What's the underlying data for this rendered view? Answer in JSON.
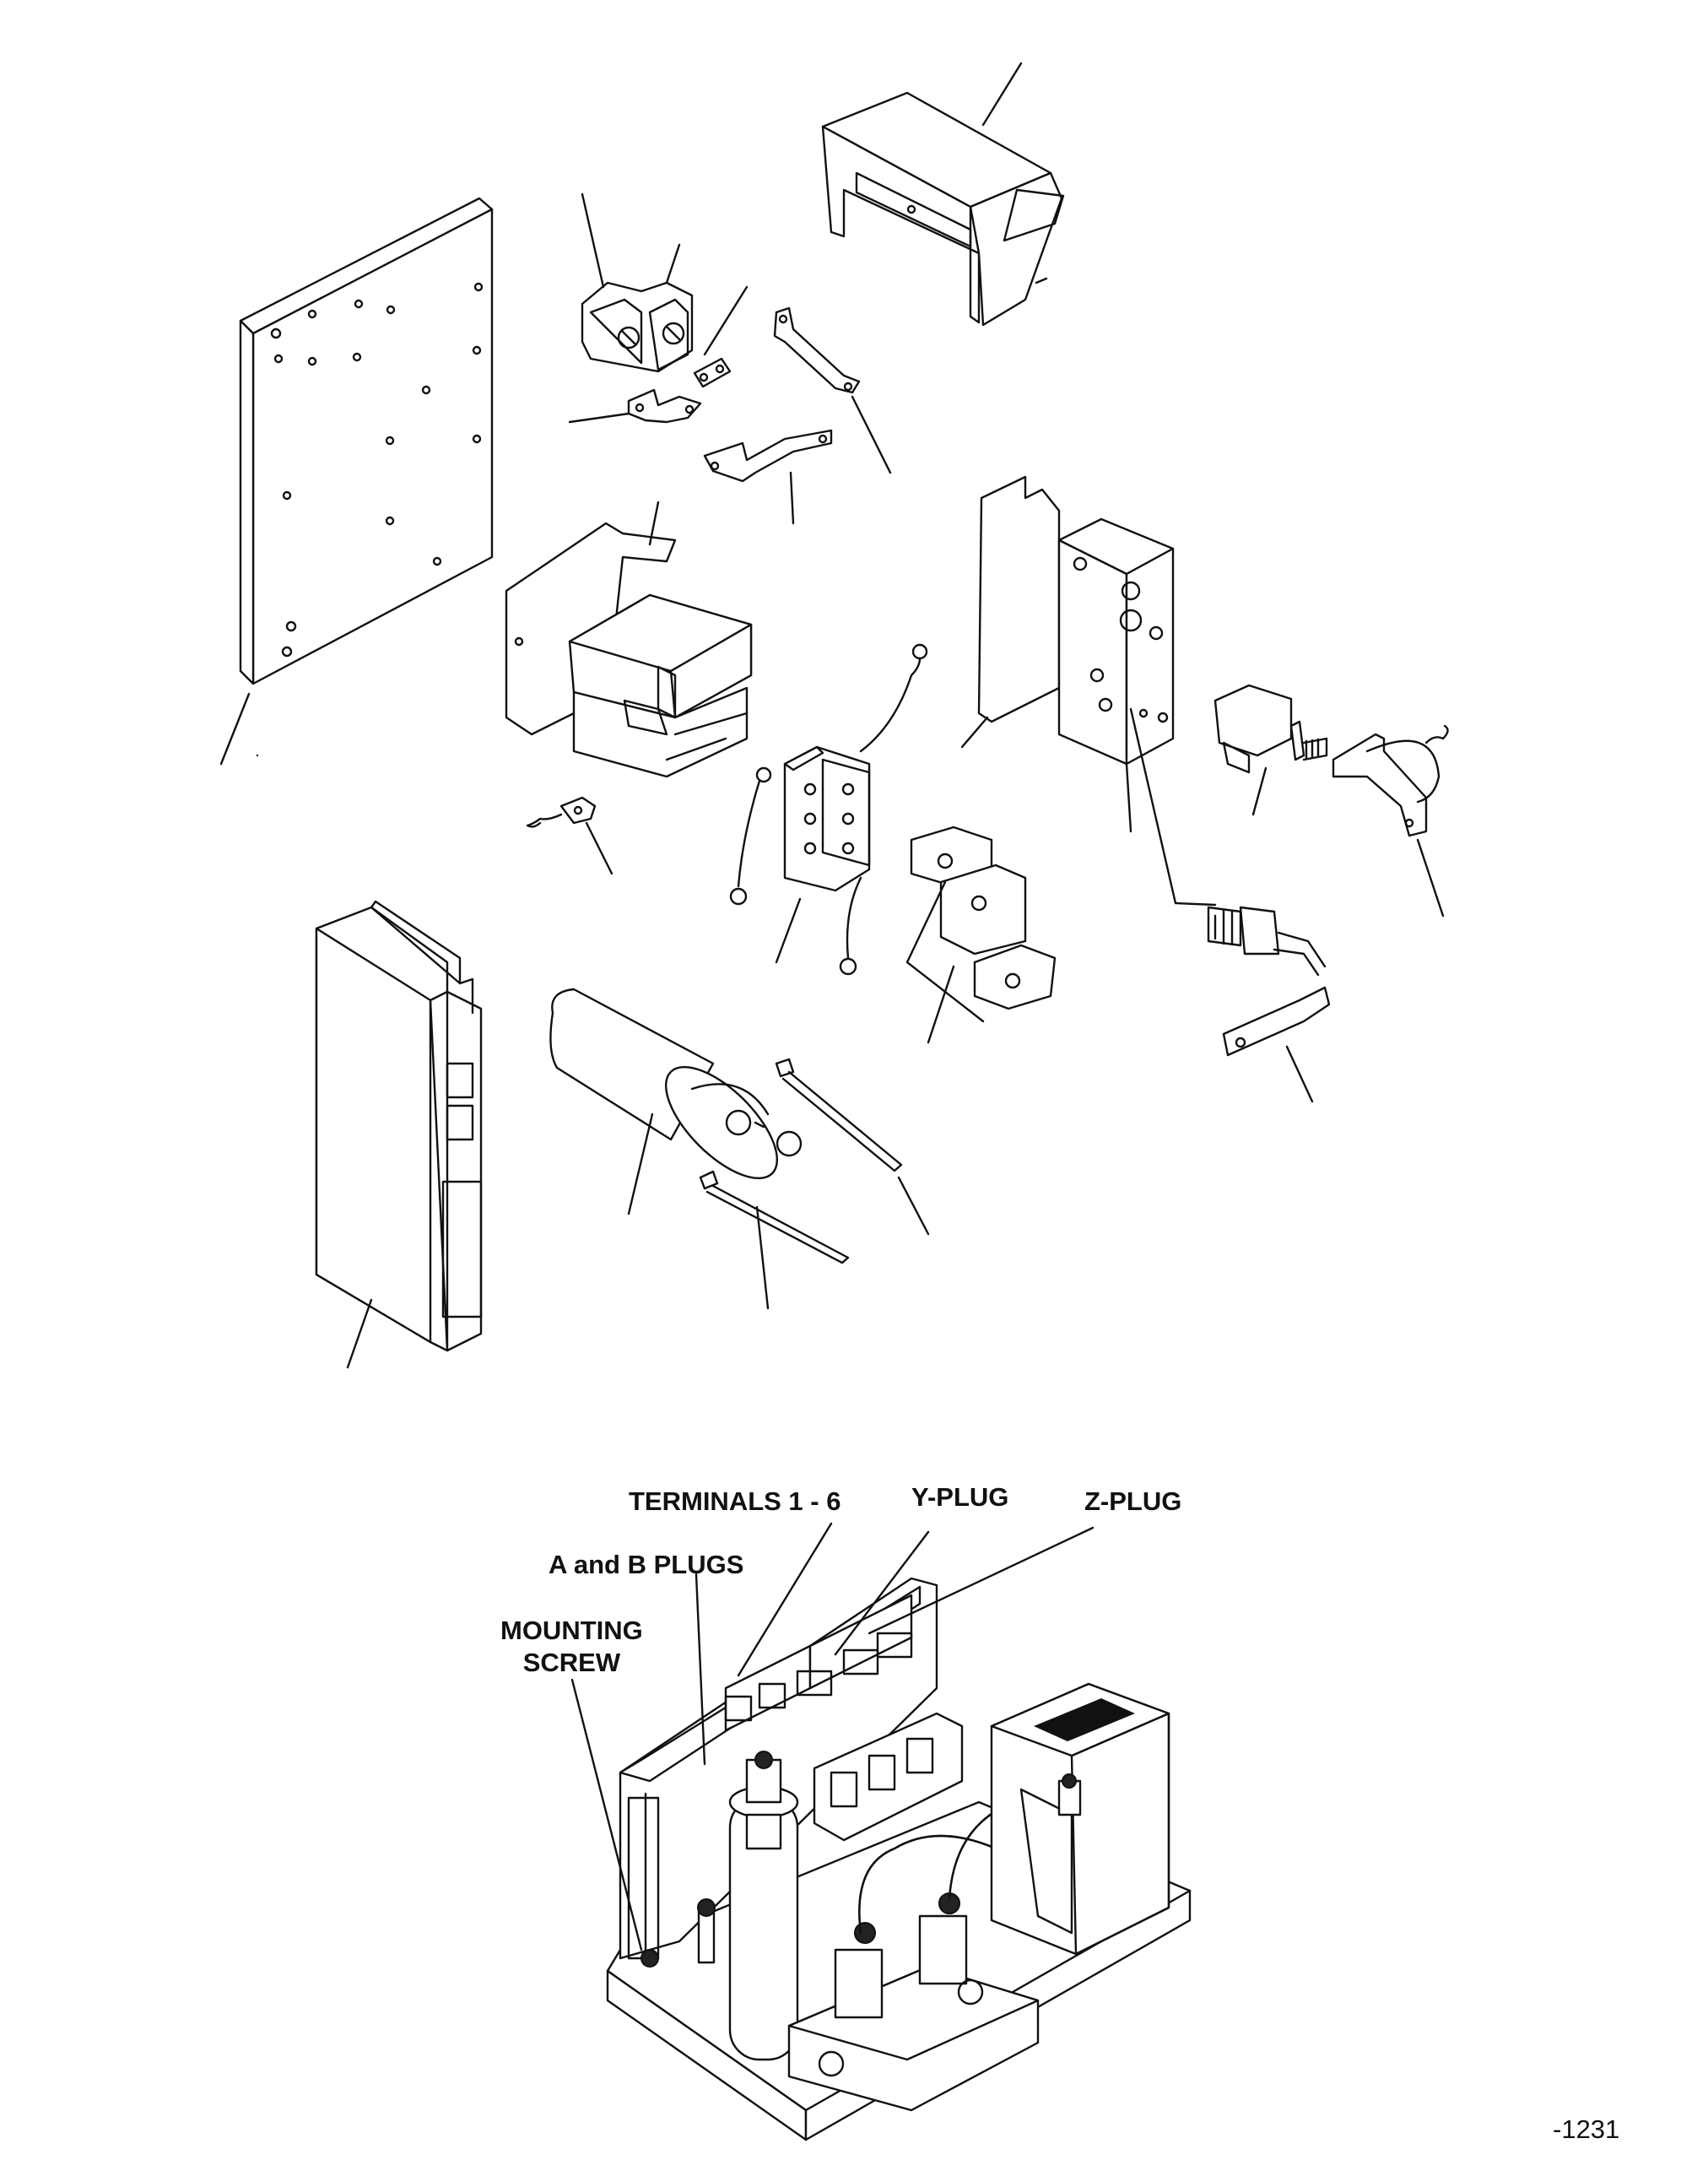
{
  "callouts": {
    "terminals": "TERMINALS 1 - 6",
    "y_plug": "Y-PLUG",
    "z_plug": "Z-PLUG",
    "ab_plugs": "A and B PLUGS",
    "mounting_screw": "MOUNTING\nSCREW"
  },
  "figure_number": "-1231"
}
